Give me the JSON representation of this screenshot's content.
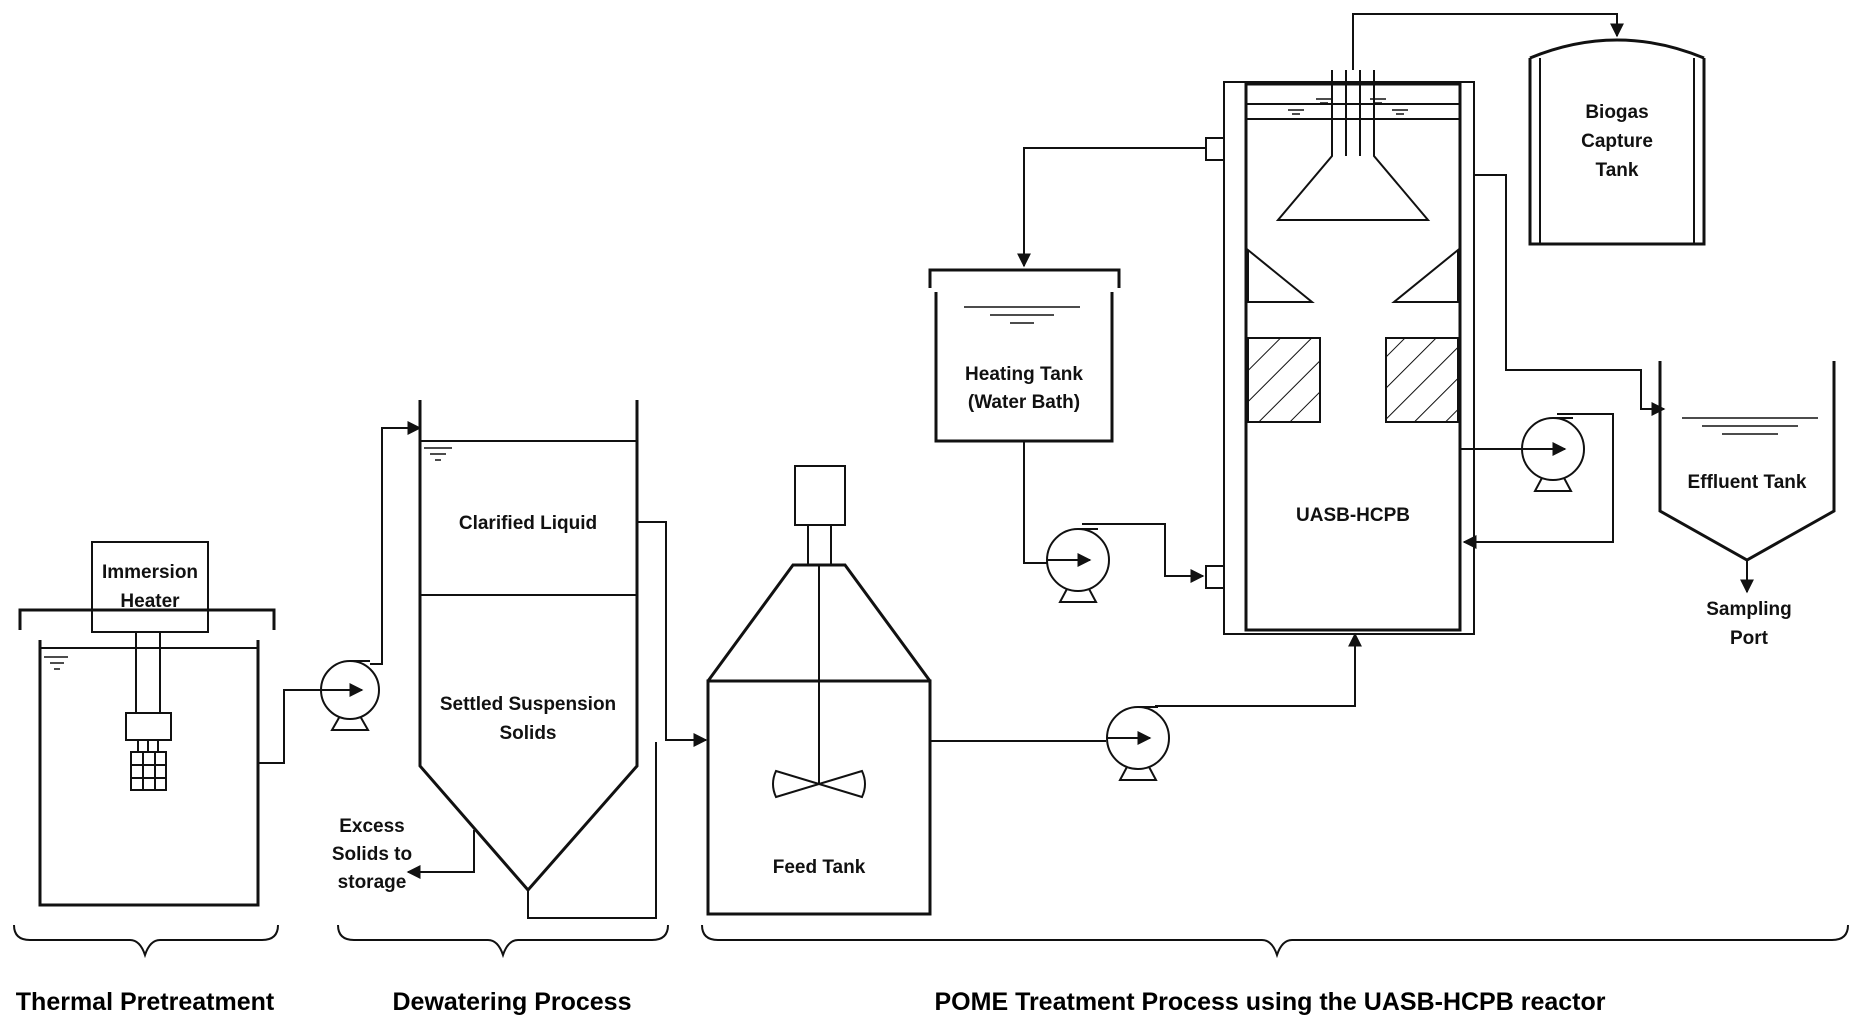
{
  "labels": {
    "immersion_heater": [
      "Immersion",
      "Heater"
    ],
    "clarified_liquid": "Clarified Liquid",
    "settled_solids": [
      "Settled Suspension",
      "Solids"
    ],
    "excess_solids": [
      "Excess",
      "Solids to",
      "storage"
    ],
    "feed_tank": "Feed Tank",
    "heating_tank": [
      "Heating Tank",
      "(Water Bath)"
    ],
    "reactor": "UASB-HCPB",
    "biogas_tank": [
      "Biogas",
      "Capture",
      "Tank"
    ],
    "effluent_tank": "Effluent Tank",
    "sampling_port": [
      "Sampling",
      "Port"
    ]
  },
  "sections": {
    "thermal": "Thermal Pretreatment",
    "dewatering": "Dewatering Process",
    "pome": "POME Treatment Process using the UASB-HCPB reactor"
  }
}
